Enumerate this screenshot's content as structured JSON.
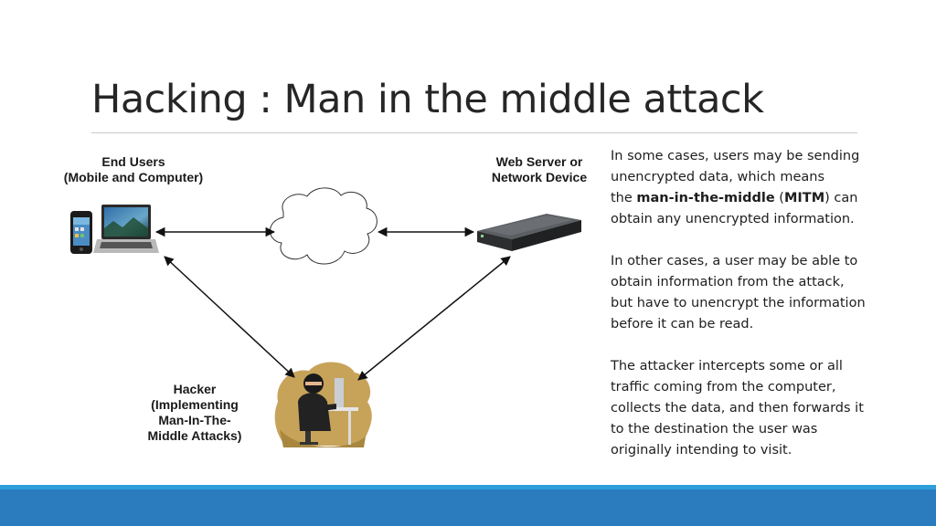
{
  "slide": {
    "title": "Hacking : Man in the middle attack"
  },
  "diagram": {
    "users_label": [
      "End Users",
      "(Mobile and Computer)"
    ],
    "server_label": [
      "Web Server or",
      "Network Device"
    ],
    "hacker_label": [
      "Hacker",
      "(Implementing",
      "Man-In-The-",
      "Middle Attacks)"
    ]
  },
  "body": {
    "p1": {
      "l1": "In some cases, users may be sending",
      "l2": "unencrypted data, which means",
      "l3_pre": "the ",
      "l3_bold1": "man-in-the-middle",
      "l3_mid": " (",
      "l3_bold2": "MITM",
      "l3_post": ") can",
      "l4": "obtain any unencrypted information."
    },
    "p2": [
      "In other cases, a user may be able to",
      "obtain information from the attack,",
      "but have to unencrypt the information",
      "before it can be read."
    ],
    "p3": [
      "The attacker intercepts some or all",
      "traffic coming from the computer,",
      "collects the data, and then forwards it",
      "to the destination the user was",
      "originally intending to visit."
    ]
  },
  "colors": {
    "footer_bar": "#2b7bbf",
    "footer_accent": "#2f9fdc"
  }
}
